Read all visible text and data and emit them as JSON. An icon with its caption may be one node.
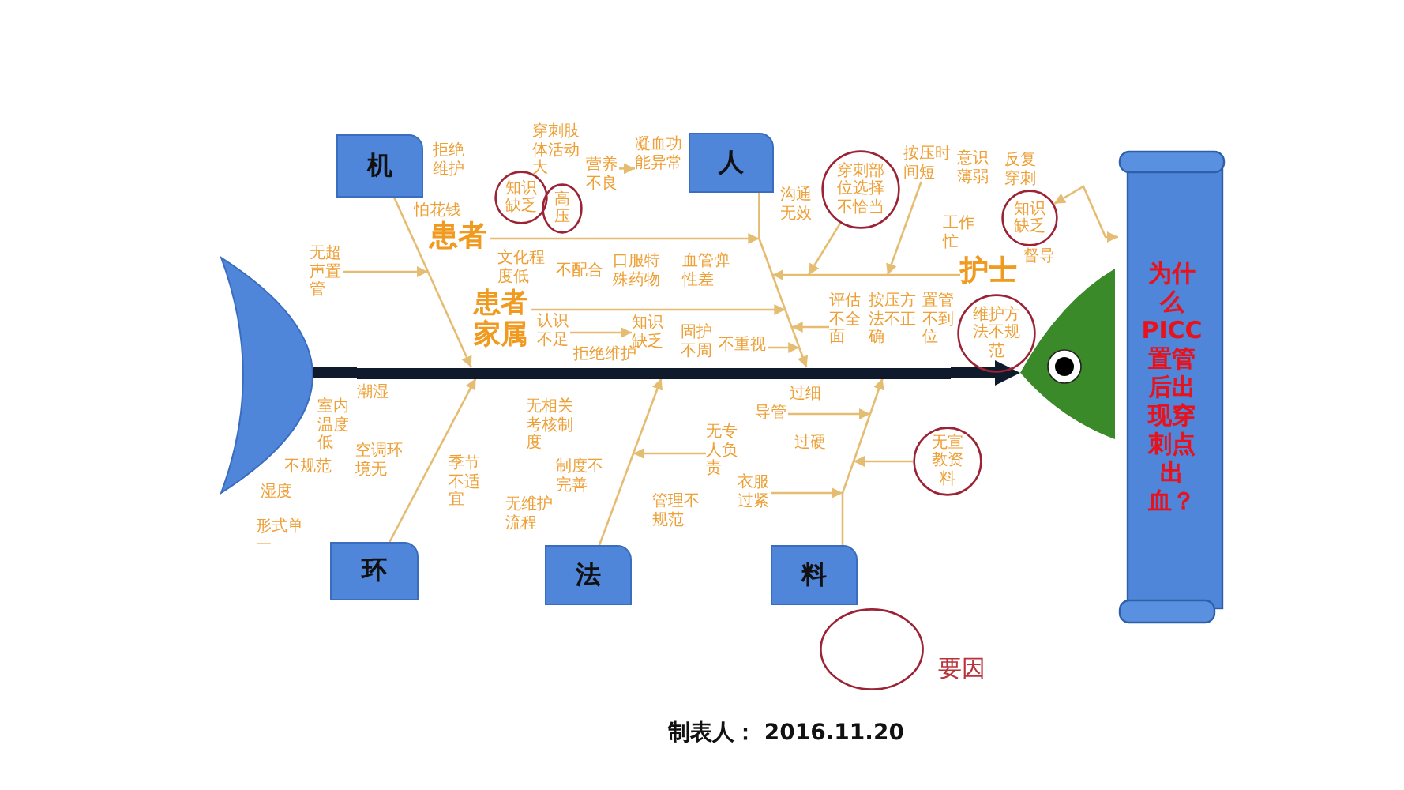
{
  "diagram": {
    "nodes": [
      {
        "text": [],
        "shape": "crescent"
      },
      {
        "text": [],
        "shape": "triangle"
      },
      {
        "text": [
          "为什么PICC置管后出现穿刺点出血？"
        ]
      },
      {
        "text": [
          "机"
        ]
      },
      {
        "text": [
          "人"
        ]
      },
      {
        "text": [
          "环"
        ]
      },
      {
        "text": [
          "法"
        ]
      },
      {
        "text": [
          "料"
        ]
      },
      {
        "text": [
          "患者"
        ]
      },
      {
        "text": [
          "患者家属"
        ]
      },
      {
        "text": [
          "护士"
        ]
      },
      {
        "text": [
          "拒绝维护"
        ]
      },
      {
        "text": [
          "怕花钱"
        ]
      },
      {
        "text": [
          "无超声置管"
        ]
      },
      {
        "text": [],
        "shape": "circle"
      },
      {
        "text": [
          "知识缺乏"
        ],
        "in": 14
      },
      {
        "text": [
          "穿刺肢体活动大"
        ]
      },
      {
        "text": [],
        "shape": "circle"
      },
      {
        "text": [
          "高压"
        ],
        "in": 17
      },
      {
        "text": [
          "营养不良"
        ]
      },
      {
        "text": [
          "凝血功能异常"
        ]
      },
      {
        "text": [
          "文化程度低"
        ]
      },
      {
        "text": [
          "不配合"
        ]
      },
      {
        "text": [
          "口服特殊药物"
        ]
      },
      {
        "text": [
          "血管弹性差"
        ]
      },
      {
        "text": [
          "认识不足"
        ]
      },
      {
        "text": [
          "拒绝维护"
        ]
      },
      {
        "text": [
          "知识缺乏"
        ]
      },
      {
        "text": [
          "固护不周"
        ]
      },
      {
        "text": [
          "不重视"
        ]
      },
      {
        "text": [
          "沟通无效"
        ]
      },
      {
        "text": [],
        "shape": "circle"
      },
      {
        "text": [
          "穿刺部位选择不恰当"
        ],
        "in": 31
      },
      {
        "text": [
          "按压时间短"
        ]
      },
      {
        "text": [
          "意识薄弱"
        ]
      },
      {
        "text": [
          "反复穿刺"
        ]
      },
      {
        "text": [],
        "shape": "circle"
      },
      {
        "text": [
          "知识缺乏"
        ],
        "in": 36
      },
      {
        "text": [
          "工作忙"
        ]
      },
      {
        "text": [
          "督导"
        ]
      },
      {
        "text": [
          "评估不全面"
        ]
      },
      {
        "text": [
          "按压方法不正确"
        ]
      },
      {
        "text": [
          "置管不到位"
        ]
      },
      {
        "text": [],
        "shape": "circle"
      },
      {
        "text": [
          "维护方法不规范"
        ],
        "in": 43
      },
      {
        "text": [
          "过细"
        ]
      },
      {
        "text": [
          "潮湿"
        ]
      },
      {
        "text": [
          "室内温度低"
        ]
      },
      {
        "text": [
          "空调环境无"
        ]
      },
      {
        "text": [
          "不规范"
        ]
      },
      {
        "text": [
          "湿度"
        ]
      },
      {
        "text": [
          "形式单一"
        ]
      },
      {
        "text": [
          "季节不适宜"
        ]
      },
      {
        "text": [
          "无相关考核制度"
        ]
      },
      {
        "text": [
          "制度不完善"
        ]
      },
      {
        "text": [
          "无维护流程"
        ]
      },
      {
        "text": [
          "无专人负责"
        ]
      },
      {
        "text": [
          "管理不规范"
        ]
      },
      {
        "text": [
          "导管"
        ]
      },
      {
        "text": [
          "过硬"
        ]
      },
      {
        "text": [
          "衣服过紧"
        ]
      },
      {
        "text": [],
        "shape": "circle"
      },
      {
        "text": [
          "无宣教资料"
        ],
        "in": 61
      },
      {
        "text": [],
        "shape": "bar"
      }
    ],
    "edges": [
      {
        "from": 3,
        "to": 63,
        "arrow": "to"
      },
      {
        "from": 4,
        "to": 63,
        "arrow": "to"
      },
      {
        "from": 5,
        "to": 63,
        "arrow": "to"
      },
      {
        "from": 6,
        "to": 63,
        "arrow": "to"
      },
      {
        "from": 7,
        "to": 63,
        "arrow": "to"
      },
      {
        "from": 13,
        "to": 63,
        "arrow": "to"
      },
      {
        "from": 8,
        "to": 63,
        "arrow": "to"
      },
      {
        "from": 9,
        "to": 63,
        "arrow": "to"
      },
      {
        "from": 10,
        "to": 63,
        "arrow": "to"
      },
      {
        "from": 19,
        "to": 20,
        "arrow": "to"
      },
      {
        "from": 25,
        "to": 27,
        "arrow": "to"
      },
      {
        "from": 31,
        "to": 63,
        "arrow": "to"
      },
      {
        "from": 33,
        "to": 63,
        "arrow": "to"
      },
      {
        "from": 36,
        "to": 2,
        "arrow": "both"
      },
      {
        "from": 40,
        "to": 63,
        "arrow": "to"
      },
      {
        "from": 61,
        "to": 63,
        "arrow": "to"
      },
      {
        "from": 58,
        "to": 63,
        "arrow": "to"
      },
      {
        "from": 60,
        "to": 63,
        "arrow": "to"
      },
      {
        "from": 56,
        "to": 63,
        "arrow": "to"
      },
      {
        "from": 29,
        "to": 63,
        "arrow": "to"
      },
      {
        "from": 0,
        "to": 63,
        "arrow": "none",
        "style": "thick",
        "color": "#0f1b2d"
      },
      {
        "from": 63,
        "to": 1,
        "arrow": "to",
        "style": "thick",
        "color": "#0f1b2d"
      }
    ],
    "labels": [
      "制表人： 2016.11.20"
    ],
    "legend": [
      {
        "text": "要因"
      }
    ]
  }
}
